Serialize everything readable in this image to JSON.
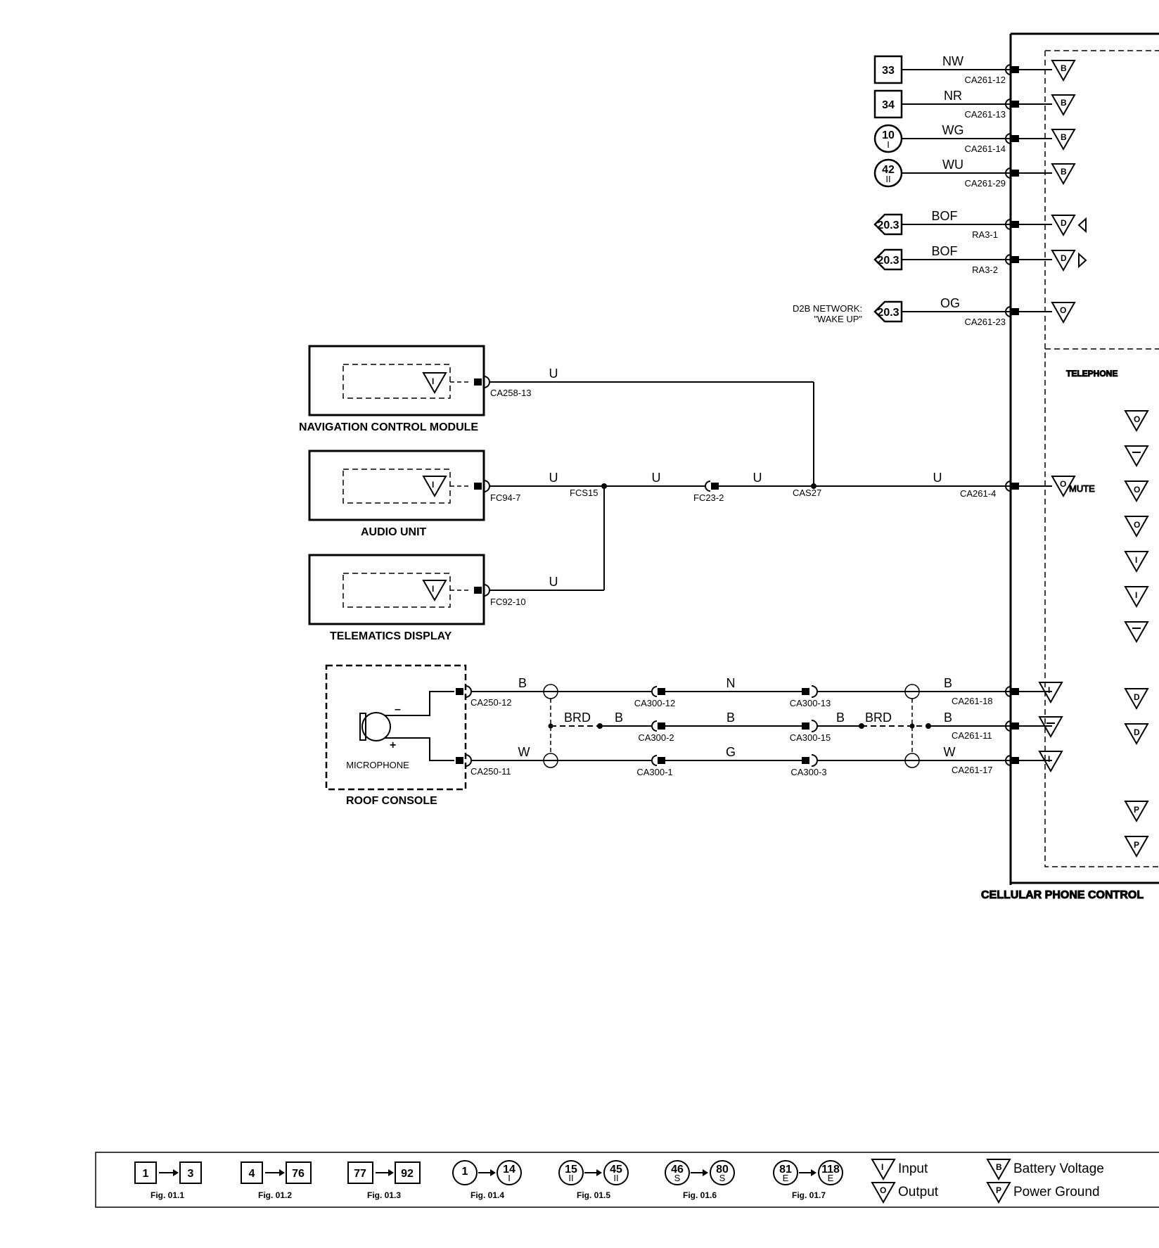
{
  "right_wires": [
    {
      "ref": "33",
      "ref_shape": "box",
      "color": "NW",
      "connector": "CA261-12",
      "io": "B"
    },
    {
      "ref": "34",
      "ref_shape": "box",
      "color": "NR",
      "connector": "CA261-13",
      "io": "B"
    },
    {
      "ref": "10",
      "ref_sub": "I",
      "ref_shape": "circle",
      "color": "WG",
      "connector": "CA261-14",
      "io": "B"
    },
    {
      "ref": "42",
      "ref_sub": "II",
      "ref_shape": "circle",
      "color": "WU",
      "connector": "CA261-29",
      "io": "B"
    },
    {
      "ref": "20.3",
      "ref_shape": "arrow",
      "color": "BOF",
      "connector": "RA3-1",
      "io": "D"
    },
    {
      "ref": "20.3",
      "ref_shape": "arrow",
      "color": "BOF",
      "connector": "RA3-2",
      "io": "D"
    },
    {
      "ref": "20.3",
      "ref_shape": "arrow",
      "color": "OG",
      "connector": "CA261-23",
      "io": "O",
      "note_line1": "D2B NETWORK:",
      "note_line2": "\"WAKE UP\""
    }
  ],
  "modules": {
    "nav": {
      "name": "NAVIGATION CONTROL MODULE",
      "connector": "CA258-13",
      "wire": "U"
    },
    "audio": {
      "name": "AUDIO UNIT",
      "connector": "FC94-7",
      "wire": "U"
    },
    "telematics": {
      "name": "TELEMATICS DISPLAY",
      "connector": "FC92-10",
      "wire": "U"
    },
    "roof": {
      "name": "ROOF CONSOLE",
      "component": "MICROPHONE",
      "minus": "–",
      "plus": "+"
    },
    "cellular": {
      "name": "CELLULAR PHONE CONTROL",
      "section": "TELEPHONE",
      "mute": "MUTE"
    }
  },
  "mute_line": {
    "splice1": "FCS15",
    "inline": "FC23-2",
    "splice2": "CAS27",
    "connector": "CA261-4",
    "seg1": "U",
    "seg2": "U",
    "seg3": "U",
    "seg4": "U"
  },
  "mic_lines": {
    "top": {
      "left_conn": "CA250-12",
      "left_color": "B",
      "c1": "CA300-12",
      "mid_color": "N",
      "c2": "CA300-13",
      "right_color": "B",
      "right_conn": "CA261-18"
    },
    "shield": {
      "left_color": "BRD",
      "b1": "B",
      "c1": "CA300-2",
      "mid_color": "B",
      "c2": "CA300-15",
      "b2": "B",
      "right_brd": "BRD",
      "right_color": "B",
      "right_conn": "CA261-11"
    },
    "bottom": {
      "left_conn": "CA250-11",
      "left_color": "W",
      "c1": "CA300-1",
      "mid_color": "G",
      "c2": "CA300-3",
      "right_color": "W",
      "right_conn": "CA261-17"
    }
  },
  "legend": {
    "ranges": [
      {
        "from": "1",
        "to": "3",
        "shape": "box",
        "fig": "Fig. 01.1"
      },
      {
        "from": "4",
        "to": "76",
        "shape": "box",
        "fig": "Fig. 01.2"
      },
      {
        "from": "77",
        "to": "92",
        "shape": "box",
        "fig": "Fig. 01.3"
      },
      {
        "from": "1",
        "to": "14",
        "sub_to": "I",
        "shape": "circle",
        "fig": "Fig. 01.4"
      },
      {
        "from": "15",
        "to": "45",
        "sub_from": "II",
        "sub_to": "II",
        "shape": "circle",
        "fig": "Fig. 01.5"
      },
      {
        "from": "46",
        "to": "80",
        "sub_from": "S",
        "sub_to": "S",
        "shape": "circle",
        "fig": "Fig. 01.6"
      },
      {
        "from": "81",
        "to": "118",
        "sub_from": "E",
        "sub_to": "E",
        "shape": "circle",
        "fig": "Fig. 01.7"
      }
    ],
    "symbols": [
      {
        "letter": "I",
        "label": "Input"
      },
      {
        "letter": "O",
        "label": "Output"
      },
      {
        "letter": "B",
        "label": "Battery Voltage"
      },
      {
        "letter": "P",
        "label": "Power Ground"
      }
    ]
  }
}
